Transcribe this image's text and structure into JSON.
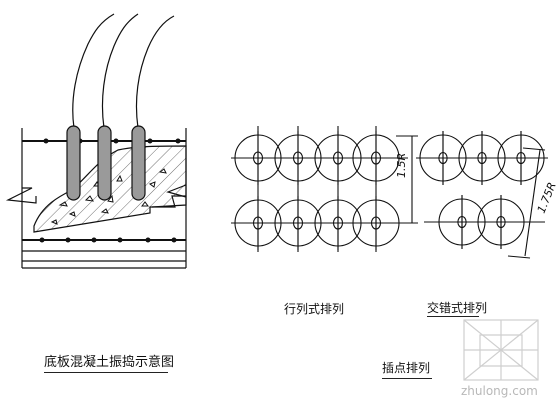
{
  "captions": {
    "left": "底板混凝土振捣示意图",
    "grid": "行列式排列",
    "staggered": "交错式排列",
    "insertion": "插点排列"
  },
  "dimensions": {
    "grid_spacing": "1.5R",
    "staggered_spacing": "1.75R"
  },
  "watermark": {
    "text": "zhulong.com"
  },
  "colors": {
    "line": "#111111",
    "vibrator": "#9a9a9a",
    "concrete": "#ffffff",
    "watermark": "#c8c8c8"
  }
}
